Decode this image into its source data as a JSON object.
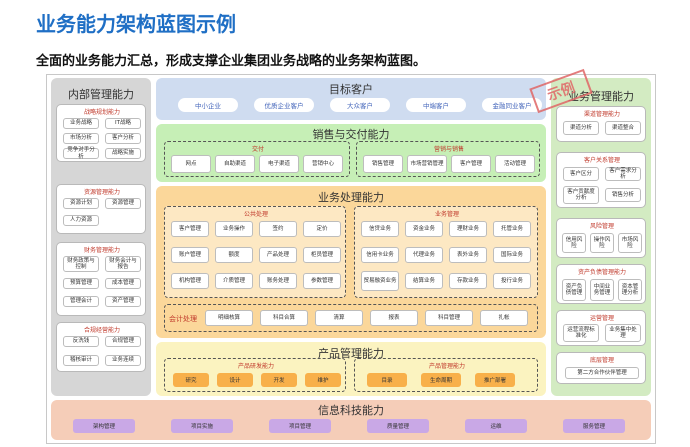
{
  "title": "业务能力架构蓝图示例",
  "subtitle": "全面的业务能力汇总，形成支撑企业集团业务战略的业务架构蓝图。",
  "stamp": "示例",
  "colors": {
    "left": "#d6d6d6",
    "target": "#cfdcf0",
    "sales": "#c6efb6",
    "biz": "#fbd79a",
    "product": "#fbf3c0",
    "it": "#f5cdb8",
    "right": "#d3ebc2"
  },
  "left": {
    "title": "内部管理能力",
    "groups": [
      {
        "title": "战略规划能力",
        "items": [
          "业务战略",
          "IT战略",
          "市场分析",
          "客户分析",
          "竞争对手分析",
          "战略实施"
        ]
      },
      {
        "title": "资源管理能力",
        "items": [
          "资源计划",
          "资源管理",
          "人力资源"
        ]
      },
      {
        "title": "财务管理能力",
        "items": [
          "财务政策与控制",
          "财务会计与报告",
          "预算管理",
          "成本管理",
          "管理会计",
          "资产管理"
        ]
      },
      {
        "title": "合规经营能力",
        "items": [
          "反洗钱",
          "合规管理",
          "稽核审计",
          "业务连续"
        ]
      }
    ]
  },
  "target": {
    "title": "目标客户",
    "items": [
      "中小企业",
      "优质企业客户",
      "大众客户",
      "中端客户",
      "金融同业客户"
    ]
  },
  "sales": {
    "title": "销售与交付能力",
    "delivery": {
      "title": "交付",
      "items": [
        "网点",
        "自助渠道",
        "电子渠道",
        "营销中心"
      ]
    },
    "marketing": {
      "title": "营销与销售",
      "items": [
        "销售管理",
        "市场营销管理",
        "客户管理",
        "活动管理"
      ]
    }
  },
  "biz": {
    "title": "业务处理能力",
    "public": {
      "title": "公共处理",
      "items": [
        "客户管理",
        "业务操作",
        "签约",
        "定价",
        "账户管理",
        "额度",
        "产品处理",
        "柜员管理",
        "机构管理",
        "介质管理",
        "账务处理",
        "参数管理"
      ]
    },
    "business": {
      "title": "业务管理",
      "items": [
        "信贷业务",
        "资金业务",
        "理财业务",
        "托管业务",
        "信用卡业务",
        "代理业务",
        "表外业务",
        "国际业务",
        "贸易融资业务",
        "结算业务",
        "存款业务",
        "投行业务"
      ]
    },
    "accounting": {
      "title": "会计处理",
      "items": [
        "明细核算",
        "科目合算",
        "清算",
        "报表",
        "科目管理",
        "扎帐"
      ]
    }
  },
  "product": {
    "title": "产品管理能力",
    "rd": {
      "title": "产品研发能力",
      "items": [
        "研究",
        "设计",
        "开发",
        "维护"
      ]
    },
    "mgmt": {
      "title": "产品管理能力",
      "items": [
        "目录",
        "生命周期",
        "推广部署"
      ]
    }
  },
  "it": {
    "title": "信息科技能力",
    "items": [
      "架构管理",
      "项目实施",
      "项目管理",
      "质量管理",
      "运维",
      "服务管理"
    ]
  },
  "right": {
    "title": "业务管理能力",
    "groups": [
      {
        "title": "渠道管理能力",
        "items": [
          "渠道分析",
          "渠道整合"
        ]
      },
      {
        "title": "客户关系管理",
        "items": [
          "客户区分",
          "客户需求分析",
          "客户贡献度分析",
          "销售分析"
        ]
      },
      {
        "title": "风险管理",
        "items": [
          "信用风险",
          "操作风险",
          "市场风险"
        ]
      },
      {
        "title": "资产负债管理能力",
        "items": [
          "资产负债管理",
          "中间业务管理",
          "资本管理分析"
        ]
      },
      {
        "title": "运营管理",
        "items": [
          "运营流程标准化",
          "业务集中处理"
        ]
      },
      {
        "title": "底层管理",
        "items": [
          "第二方合作伙伴管理"
        ]
      }
    ]
  }
}
